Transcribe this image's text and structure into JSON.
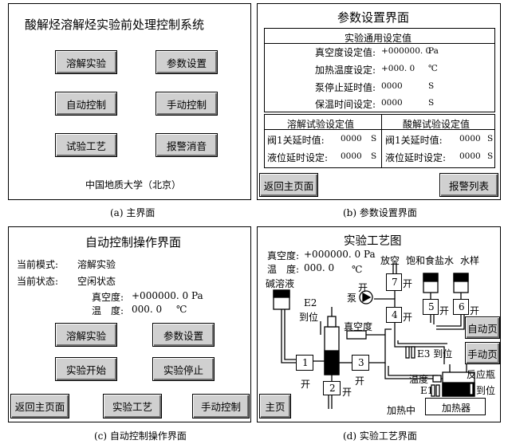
{
  "main": {
    "title": "酸解烃溶解烃实验前处理控制系统",
    "buttons": {
      "dissolve": "溶解实验",
      "params": "参数设置",
      "auto": "自动控制",
      "manual": "手动控制",
      "process": "试验工艺",
      "alarm_mute": "报警消音"
    },
    "footer": "中国地质大学（北京）",
    "caption": "(a) 主界面"
  },
  "params": {
    "title": "参数设置界面",
    "general_header": "实验通用设定值",
    "rows": [
      {
        "label": "真空度设定值:",
        "value": "+000000. 0",
        "unit": "Pa"
      },
      {
        "label": "加热温度设定:",
        "value": "+000. 0",
        "unit": "℃"
      },
      {
        "label": "泵停止延时值:",
        "value": "0000",
        "unit": "S"
      },
      {
        "label": "保温时间设定:",
        "value": "0000",
        "unit": "S"
      }
    ],
    "dissolve_header": "溶解试验设定值",
    "acid_header": "酸解试验设定值",
    "dissolve_rows": [
      {
        "label": "阀1关延时值:",
        "value": "0000",
        "unit": "S"
      },
      {
        "label": "液位延时设定:",
        "value": "0000",
        "unit": "S"
      }
    ],
    "acid_rows": [
      {
        "label": "阀1关延时值:",
        "value": "0000",
        "unit": "S"
      },
      {
        "label": "液位延时设定:",
        "value": "0000",
        "unit": "S"
      }
    ],
    "back_button": "返回主页面",
    "alarm_list_button": "报警列表",
    "caption": "(b) 参数设置界面"
  },
  "auto": {
    "title": "自动控制操作界面",
    "mode_label": "当前模式:",
    "mode_value": "溶解实验",
    "state_label": "当前状态:",
    "state_value": "空闲状态",
    "vacuum_label": "真空度:",
    "vacuum_value": "+000000. 0 Pa",
    "temp_label": "温　度:",
    "temp_value": "000. 0",
    "temp_unit": "℃",
    "buttons": {
      "dissolve": "溶解实验",
      "params": "参数设置",
      "start": "实验开始",
      "stop": "实验停止",
      "back": "返回主页面",
      "process": "实验工艺",
      "manual": "手动控制"
    },
    "caption": "(c) 自动控制操作界面"
  },
  "process": {
    "title": "实验工艺图",
    "vacuum_label": "真空度:",
    "vacuum_value": "+000000. 0 Pa",
    "temp_label": "温　度:",
    "temp_value": "000. 0",
    "temp_unit": "℃",
    "labels": {
      "alkali": "碱溶液",
      "vent": "放空",
      "brine": "饱和食盐水",
      "water_sample": "水样",
      "open": "开",
      "pump": "泵",
      "e2": "E2",
      "e3_pos": "E3 到位",
      "to_pos": "到位",
      "vacuum_gauge": "真空度",
      "temperature": "温度",
      "e1": "E1",
      "reactor": "反应瓶",
      "heating": "加热中",
      "heater": "加热器",
      "v1": "1",
      "v2": "2",
      "v3": "3",
      "v4": "4",
      "v5": "5",
      "v6": "6",
      "v7": "7"
    },
    "buttons": {
      "auto_page": "自动页",
      "manual_page": "手动页",
      "home": "主页"
    },
    "caption": "(d) 实验工艺界面"
  }
}
